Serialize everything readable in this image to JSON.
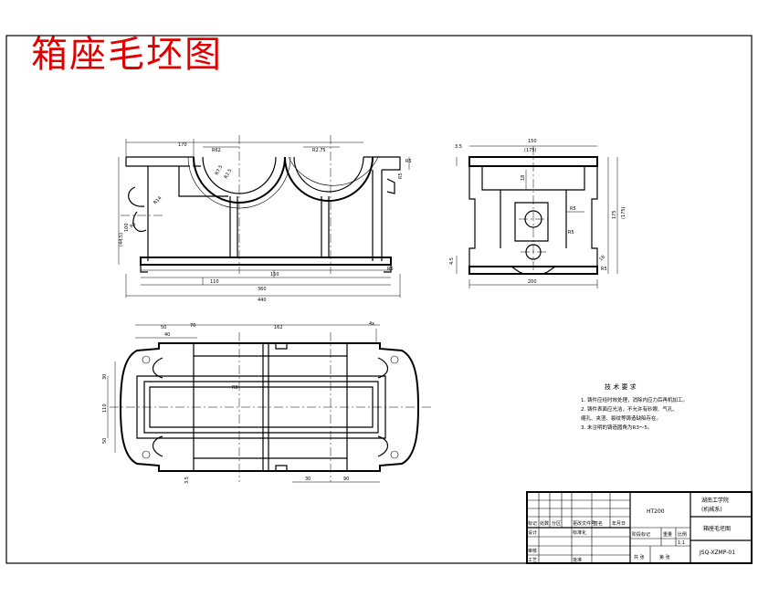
{
  "title": "箱座毛坯图",
  "views": {
    "front": {
      "dims": [
        "170",
        "R62",
        "R2.75",
        "R7.5",
        "R2.5",
        "R5",
        "100",
        "(44.5)",
        "R5",
        "R14",
        "110",
        "150",
        "360",
        "440",
        "R5",
        "R5"
      ]
    },
    "side": {
      "dims": [
        "150",
        "(175)",
        "18",
        "3.5",
        "175",
        "(175)",
        "R5",
        "R5",
        "18",
        "4.5",
        "200",
        "R5"
      ]
    },
    "top": {
      "dims": [
        "50",
        "40",
        "162",
        "30",
        "110",
        "R8",
        "50",
        "30",
        "90",
        "70",
        "3.5",
        "4x"
      ]
    }
  },
  "tech_req": {
    "heading": "技 术 要 求",
    "items": [
      "1. 铸件应经时效处理，消除内应力后再机加工。",
      "2. 铸件表面应光洁，不允许有砂眼、气孔、",
      "   缩孔、夹渣、裂纹等铸造缺陷存在。",
      "3. 未注明的铸造圆角为R3～5。"
    ]
  },
  "title_block": {
    "material": "HT200",
    "school": "湖南工学院",
    "school_sub": "(机械系)",
    "part_name": "箱座毛坯图",
    "drawing_no": "JSQ-XZMP-01",
    "scale": "1:1",
    "row_labels": [
      "标记",
      "处数",
      "分区",
      "更改文件号",
      "签名",
      "年月日"
    ],
    "design": "设计",
    "standard": "标准化",
    "check": "审核",
    "craft": "工艺",
    "approve": "批准",
    "stage": "阶段标记",
    "weight": "重量",
    "ratio": "比例",
    "sheet": "共 张",
    "sheet_no": "第 张"
  },
  "colors": {
    "title": "#e10000",
    "line": "#000000",
    "background": "#ffffff"
  }
}
